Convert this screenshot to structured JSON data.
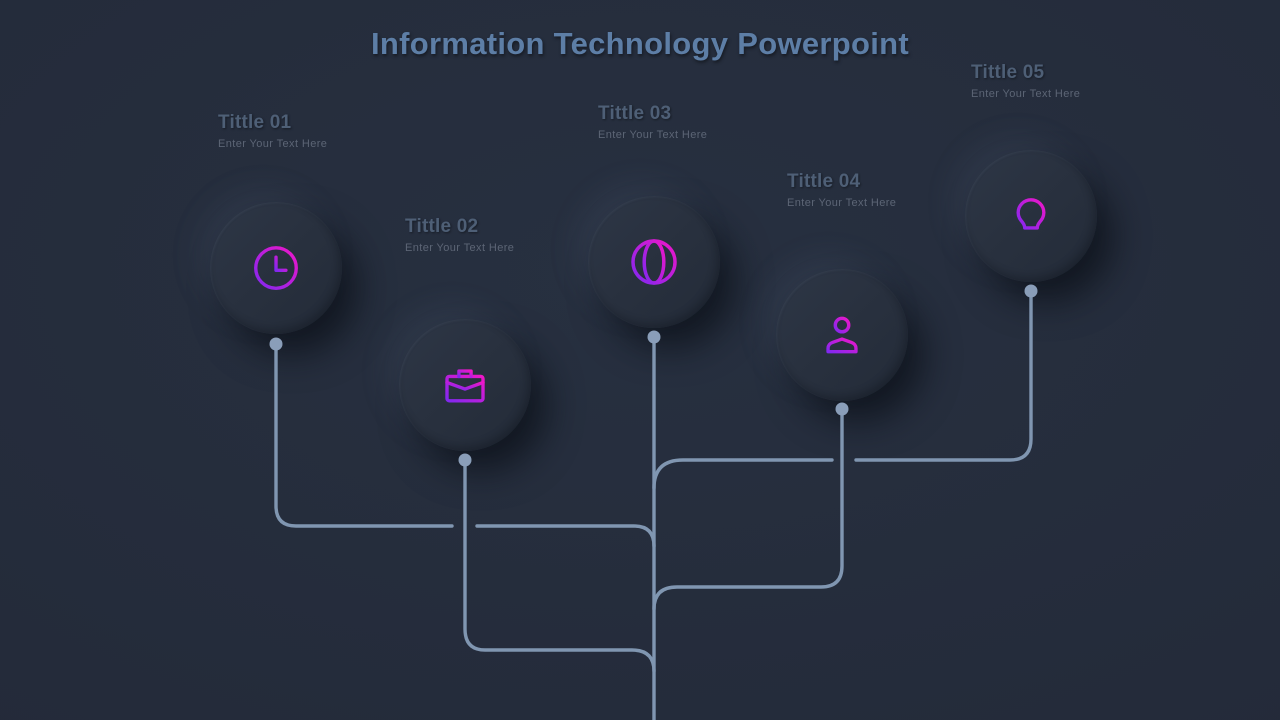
{
  "slide": {
    "title": "Information Technology Powerpoint",
    "colors": {
      "background": "#242b3a",
      "title_text": "#5d7ea6",
      "item_title_text": "#4e5f76",
      "item_subtitle_text": "#5c6575",
      "connector_line": "#8096b1",
      "connector_dot": "#8a9eb9",
      "icon_gradient_start": "#8128f0",
      "icon_gradient_end": "#ef16c8"
    },
    "items": [
      {
        "title": "Tittle 01",
        "subtitle": "Enter Your Text Here",
        "icon": "clock-icon"
      },
      {
        "title": "Tittle 02",
        "subtitle": "Enter Your Text Here",
        "icon": "briefcase-icon"
      },
      {
        "title": "Tittle 03",
        "subtitle": "Enter Your Text Here",
        "icon": "globe-icon"
      },
      {
        "title": "Tittle 04",
        "subtitle": "Enter Your Text Here",
        "icon": "user-icon"
      },
      {
        "title": "Tittle 05",
        "subtitle": "Enter Your Text Here",
        "icon": "lightbulb-icon"
      }
    ]
  }
}
